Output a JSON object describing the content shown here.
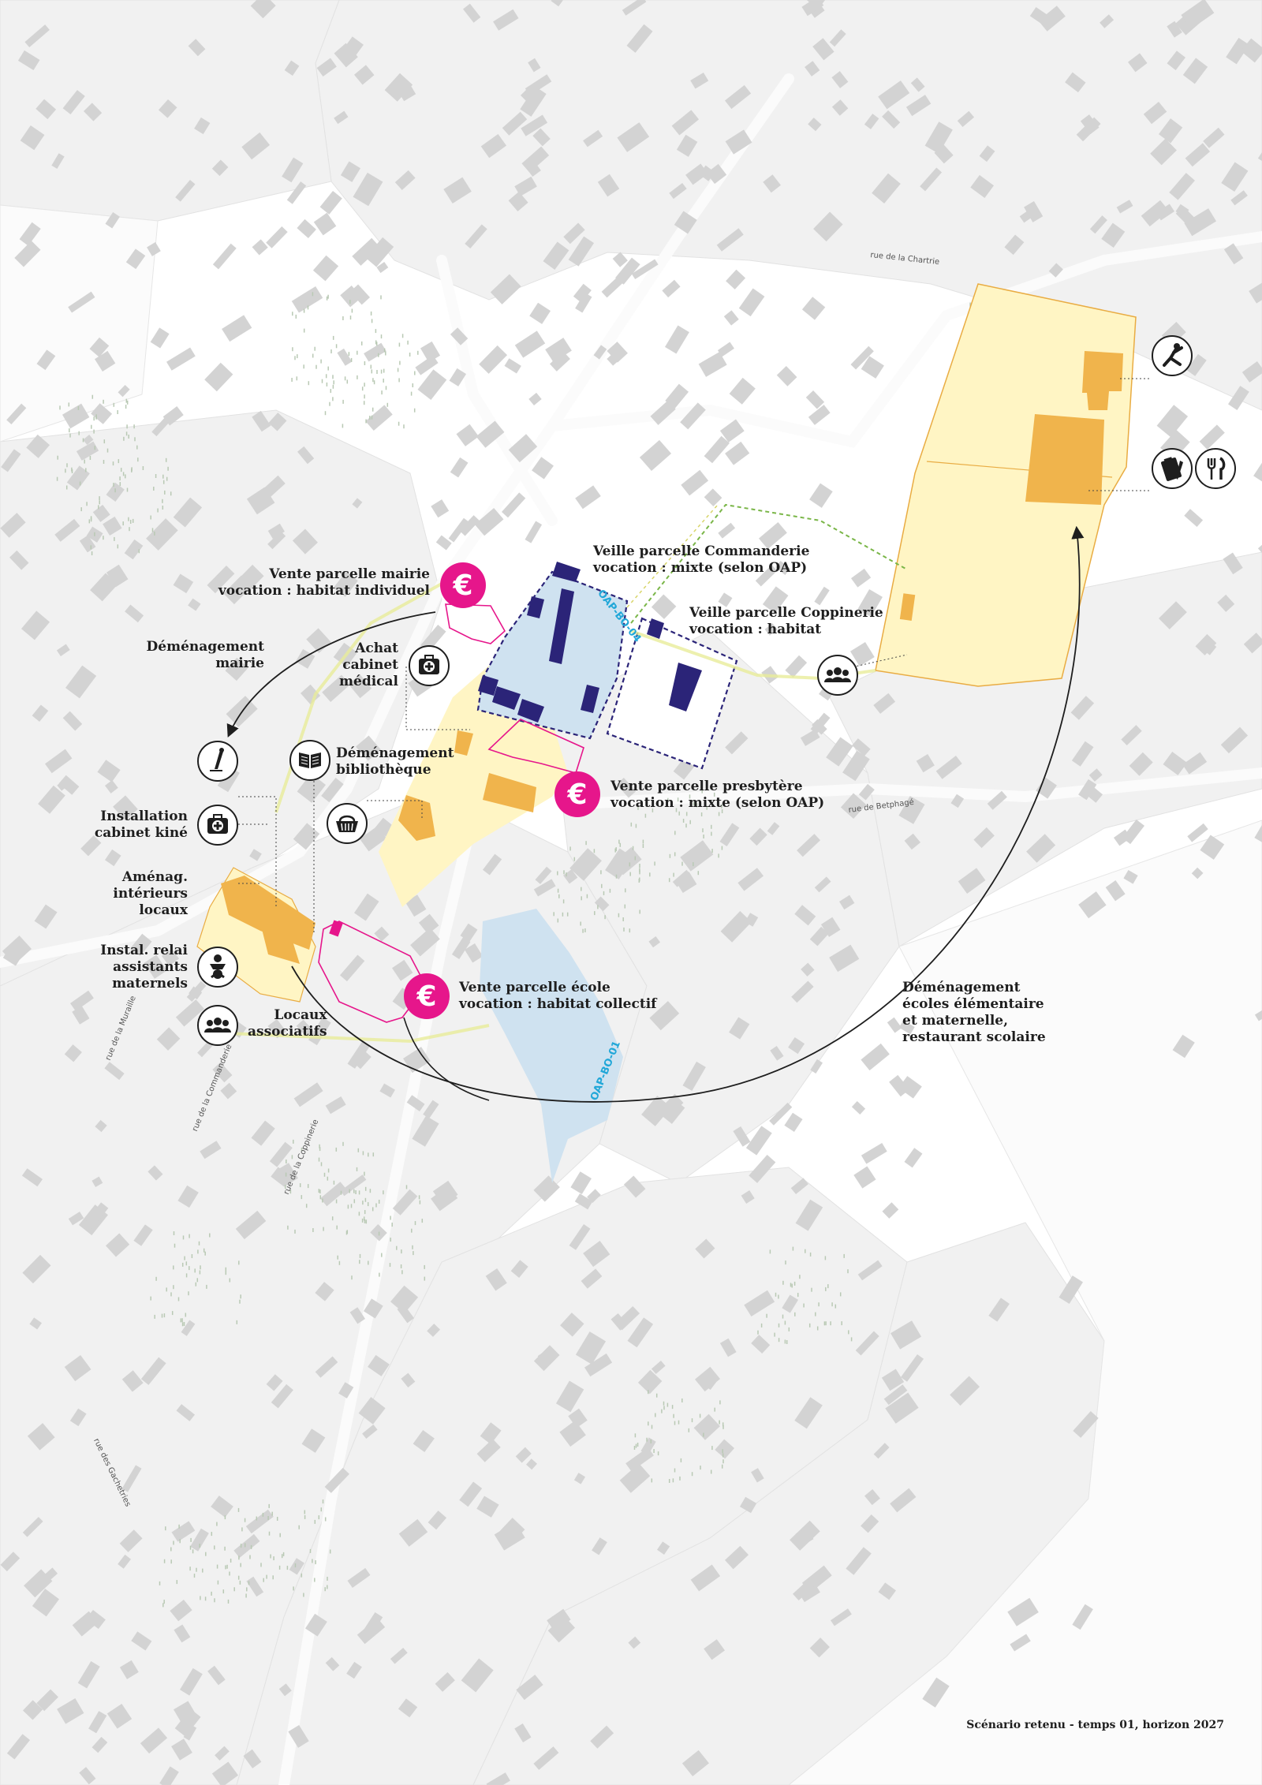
{
  "labels": {
    "vente_mairie": [
      "Vente parcelle mairie",
      "vocation : habitat individuel"
    ],
    "demenagement_mairie": [
      "Déménagement",
      "mairie"
    ],
    "achat_cabinet": [
      "Achat",
      "cabinet",
      "médical"
    ],
    "demenagement_bibliotheque": [
      "Déménagement",
      "bibliothèque"
    ],
    "installation_kine": [
      "Installation",
      "cabinet kiné"
    ],
    "amenag_interieurs": [
      "Aménag.",
      "intérieurs",
      "locaux"
    ],
    "relai_assistants": [
      "Instal. relai",
      "assistants",
      "maternels"
    ],
    "locaux_associatifs": [
      "Locaux",
      "associatifs"
    ],
    "veille_commanderie": [
      "Veille parcelle Commanderie",
      "vocation : mixte (selon OAP)"
    ],
    "veille_coppinerie": [
      "Veille parcelle Coppinerie",
      "vocation : habitat"
    ],
    "vente_presbytere": [
      "Vente parcelle presbytère",
      "vocation : mixte (selon OAP)"
    ],
    "vente_ecole": [
      "Vente parcelle école",
      "vocation : habitat collectif"
    ],
    "demenagement_ecoles": [
      "Déménagement",
      "écoles élémentaire",
      "et maternelle,",
      "restaurant scolaire"
    ]
  },
  "oap_labels": {
    "oap_bo04": "OAP-BO-04",
    "oap_bo01": "OAP-BO-01"
  },
  "streets": {
    "chartrie": "rue de la Chartrie",
    "betphage": "rue de Betphagé",
    "muraille": "rue de la Muraille",
    "commanderie": "rue de la Commanderie",
    "coppinerie": "rue de la Coppinerie",
    "gachetries": "rue des Gachetries"
  },
  "caption": "Scénario retenu - temps 01, horizon 2027",
  "colors": {
    "equipment": "#f0b44c",
    "equipment_zone": "#fff5c4",
    "oap_blue": "#cfe2f0",
    "oap_text": "#21a7d8",
    "dark_building": "#2b2478",
    "magenta": "#e6168b",
    "building": "#d3d3d3",
    "road": "#f3f3f3",
    "green_path": "#7ab648"
  },
  "icons": [
    "writing-hand-icon",
    "first-aid-icon",
    "book-icon",
    "basket-icon",
    "baby-icon",
    "group-icon",
    "yoga-icon",
    "clipboard-icon",
    "cutlery-icon",
    "euro-icon"
  ]
}
